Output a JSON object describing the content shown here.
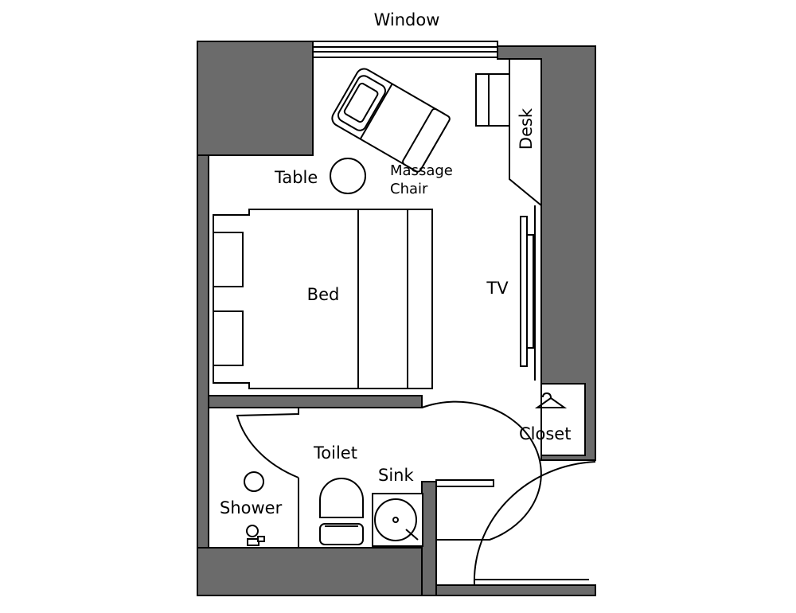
{
  "labels": {
    "window": "Window",
    "desk": "Desk",
    "table": "Table",
    "massage_chair_line1": "Massage",
    "massage_chair_line2": "Chair",
    "bed": "Bed",
    "tv": "TV",
    "closet": "Closet",
    "toilet": "Toilet",
    "sink": "Sink",
    "shower": "Shower"
  },
  "colors": {
    "wall": "#6b6b6b",
    "line": "#000000",
    "floor": "#ffffff"
  }
}
